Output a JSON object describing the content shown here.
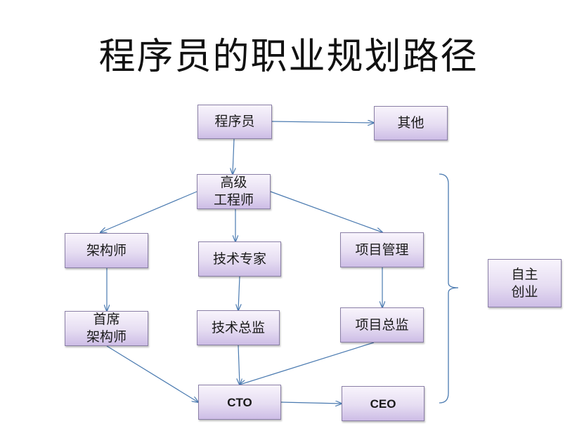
{
  "title": "程序员的职业规划路径",
  "nodes": {
    "programmer": "程序员",
    "other": "其他",
    "senior_engineer": "高级\n工程师",
    "architect": "架构师",
    "tech_expert": "技术专家",
    "project_management": "项目管理",
    "chief_architect": "首席\n架构师",
    "tech_director": "技术总监",
    "project_director": "项目总监",
    "cto": "CTO",
    "ceo": "CEO",
    "entrepreneurship": "自主\n创业"
  },
  "colors": {
    "arrow": "#4a7ab0",
    "node_border": "#8a7fa6",
    "node_fill_top": "#f8f4fc",
    "node_fill_bottom": "#cdbde6"
  }
}
